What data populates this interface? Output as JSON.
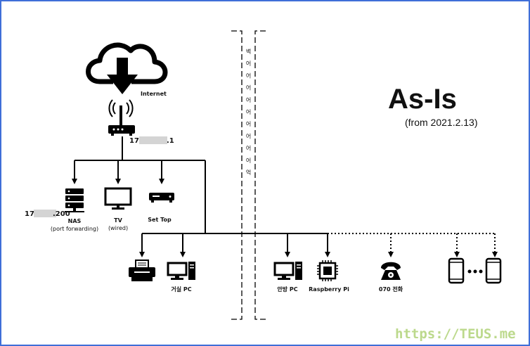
{
  "title": "As-Is",
  "date": "(from 2021.2.13)",
  "internet_label": "Internet",
  "router_ip": {
    "prefix": "17",
    "suffix": ".1"
  },
  "nas_ip": {
    "prefix": "17",
    "suffix": ".200"
  },
  "devices": {
    "nas": {
      "label": "NAS",
      "sub": "(port forwarding)"
    },
    "tv": {
      "label": "TV",
      "sub": "(wired)"
    },
    "settop": {
      "label": "Set Top"
    },
    "living_pc": {
      "label": "거실 PC"
    },
    "anbang_pc": {
      "label": "안방 PC"
    },
    "raspberry": {
      "label": "Raspberry Pi"
    },
    "phone070": {
      "label": "070 전화"
    }
  },
  "wall_chars": [
    "벽",
    "어",
    "어",
    "어",
    "어",
    "어",
    "어",
    "어",
    "어",
    "어",
    "억"
  ],
  "watermark": "https://TEUS.me",
  "icons": {
    "cloud": "cloud-download-icon",
    "router": "wifi-router-icon",
    "nas": "server-icon",
    "tv": "tv-icon",
    "settop": "settop-box-icon",
    "printer": "printer-icon",
    "pc": "desktop-pc-icon",
    "chip": "cpu-chip-icon",
    "phone": "telephone-icon",
    "mobile": "smartphone-icon"
  }
}
